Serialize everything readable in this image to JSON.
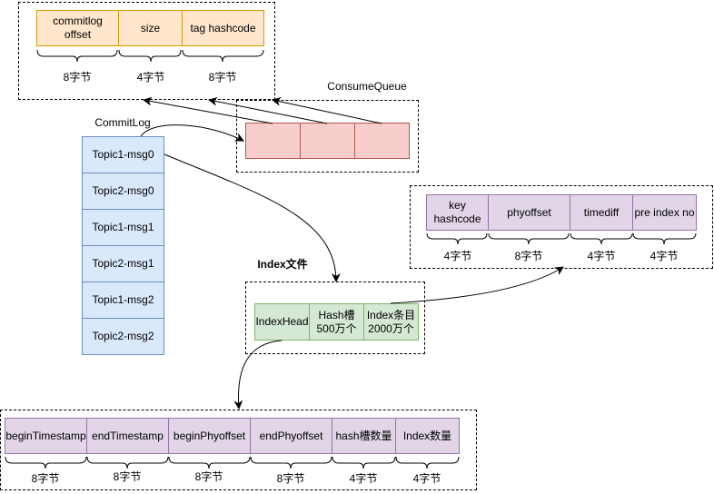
{
  "message_unit": {
    "fields": [
      "commitlog\noffset",
      "size",
      "tag hashcode"
    ],
    "sizes": [
      "8字节",
      "4字节",
      "8字节"
    ]
  },
  "consume_queue": {
    "title": "ConsumeQueue"
  },
  "commit_log": {
    "title": "CommitLog",
    "items": [
      "Topic1-msg0",
      "Topic2-msg0",
      "Topic1-msg1",
      "Topic2-msg1",
      "Topic1-msg2",
      "Topic2-msg2"
    ]
  },
  "index_entry": {
    "fields": [
      "key\nhashcode",
      "phyoffset",
      "timediff",
      "pre index no"
    ],
    "sizes": [
      "4字节",
      "8字节",
      "4字节",
      "4字节"
    ]
  },
  "index_file": {
    "title": "Index文件",
    "fields": [
      "IndexHead",
      "Hash槽\n500万个",
      "Index条目\n2000万个"
    ]
  },
  "index_head": {
    "fields": [
      "beginTimestamp",
      "endTimestamp",
      "beginPhyoffset",
      "endPhyoffset",
      "hash槽数量",
      "Index数量"
    ],
    "sizes": [
      "8字节",
      "8字节",
      "8字节",
      "8字节",
      "4字节",
      "4字节"
    ]
  },
  "colors": {
    "commitlog_fill": "#dae8fc",
    "commitlog_stroke": "#6c8ebf",
    "unit_fill": "#ffe6cc",
    "unit_stroke": "#d79b00",
    "queue_fill": "#f8cecc",
    "queue_stroke": "#b85450",
    "index_fill": "#e1d5e7",
    "index_stroke": "#9673a6",
    "indexfile_fill": "#d5e8d4",
    "indexfile_stroke": "#82b366"
  }
}
